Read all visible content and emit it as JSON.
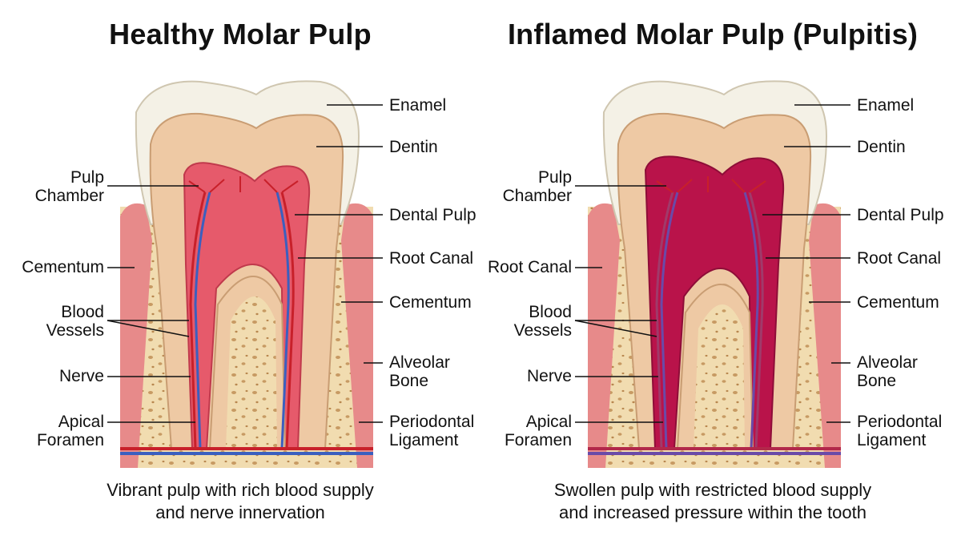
{
  "panels": [
    {
      "id": "healthy",
      "title": "Healthy Molar Pulp",
      "caption_line1": "Vibrant pulp with rich blood supply",
      "caption_line2": "and nerve innervation",
      "pulp_color": "#e65a6b",
      "pulp_light": "#f1a2ab",
      "labels": {
        "enamel": "Enamel",
        "dentin": "Dentin",
        "pulp_chamber_1": "Pulp",
        "pulp_chamber_2": "Chamber",
        "dental_pulp": "Dental Pulp",
        "root_canal": "Root Canal",
        "cementum_left": "Cementum",
        "cementum_right": "Cementum",
        "blood_vessels_1": "Blood",
        "blood_vessels_2": "Vessels",
        "alveolar_bone_1": "Alveolar",
        "alveolar_bone_2": "Bone",
        "nerve": "Nerve",
        "apical_foramen_1": "Apical",
        "apical_foramen_2": "Foramen",
        "periodontal_1": "Periodontal",
        "periodontal_2": "Ligament"
      }
    },
    {
      "id": "inflamed",
      "title": "Inflamed Molar Pulp (Pulpitis)",
      "caption_line1": "Swollen pulp with restricted blood supply",
      "caption_line2": "and increased pressure within the tooth",
      "pulp_color": "#b9134a",
      "pulp_light": "#d7587a",
      "labels": {
        "enamel": "Enamel",
        "dentin": "Dentin",
        "pulp_chamber_1": "Pulp",
        "pulp_chamber_2": "Chamber",
        "dental_pulp": "Dental Pulp",
        "root_canal_right": "Root Canal",
        "root_canal_left": "Root Canal",
        "cementum_right": "Cementum",
        "blood_vessels_1": "Blood",
        "blood_vessels_2": "Vessels",
        "alveolar_bone_1": "Alveolar",
        "alveolar_bone_2": "Bone",
        "nerve": "Nerve",
        "apical_foramen_1": "Apical",
        "apical_foramen_2": "Foramen",
        "periodontal_1": "Periodontal",
        "periodontal_2": "Ligament"
      }
    }
  ],
  "colors": {
    "enamel": "#f4f1e6",
    "dentin": "#eec9a4",
    "bone": "#f1dcb0",
    "gum": "#e78a8a",
    "vessel_red": "#c8202a",
    "vessel_blue": "#3b5fbf"
  }
}
